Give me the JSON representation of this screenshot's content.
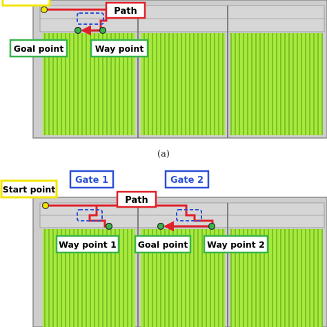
{
  "panel_a": {
    "labels": {
      "path": "Path",
      "goal_point": "Goal point",
      "way_point": "Way point"
    }
  },
  "caption_a": "(a)",
  "panel_b": {
    "labels": {
      "gate_1": "Gate 1",
      "gate_2": "Gate 2",
      "start_point": "Start point",
      "path": "Path",
      "way_point_1": "Way point 1",
      "goal_point": "Goal point",
      "way_point_2": "Way point 2"
    }
  },
  "colors": {
    "path": "#e0202a",
    "gate": "#2a4fd6",
    "goal_box": "#39b54a",
    "start_box": "#f2e600",
    "crop": "#9be33a",
    "frame": "#9a9a9a",
    "frame_bg": "#c8c8c8"
  }
}
